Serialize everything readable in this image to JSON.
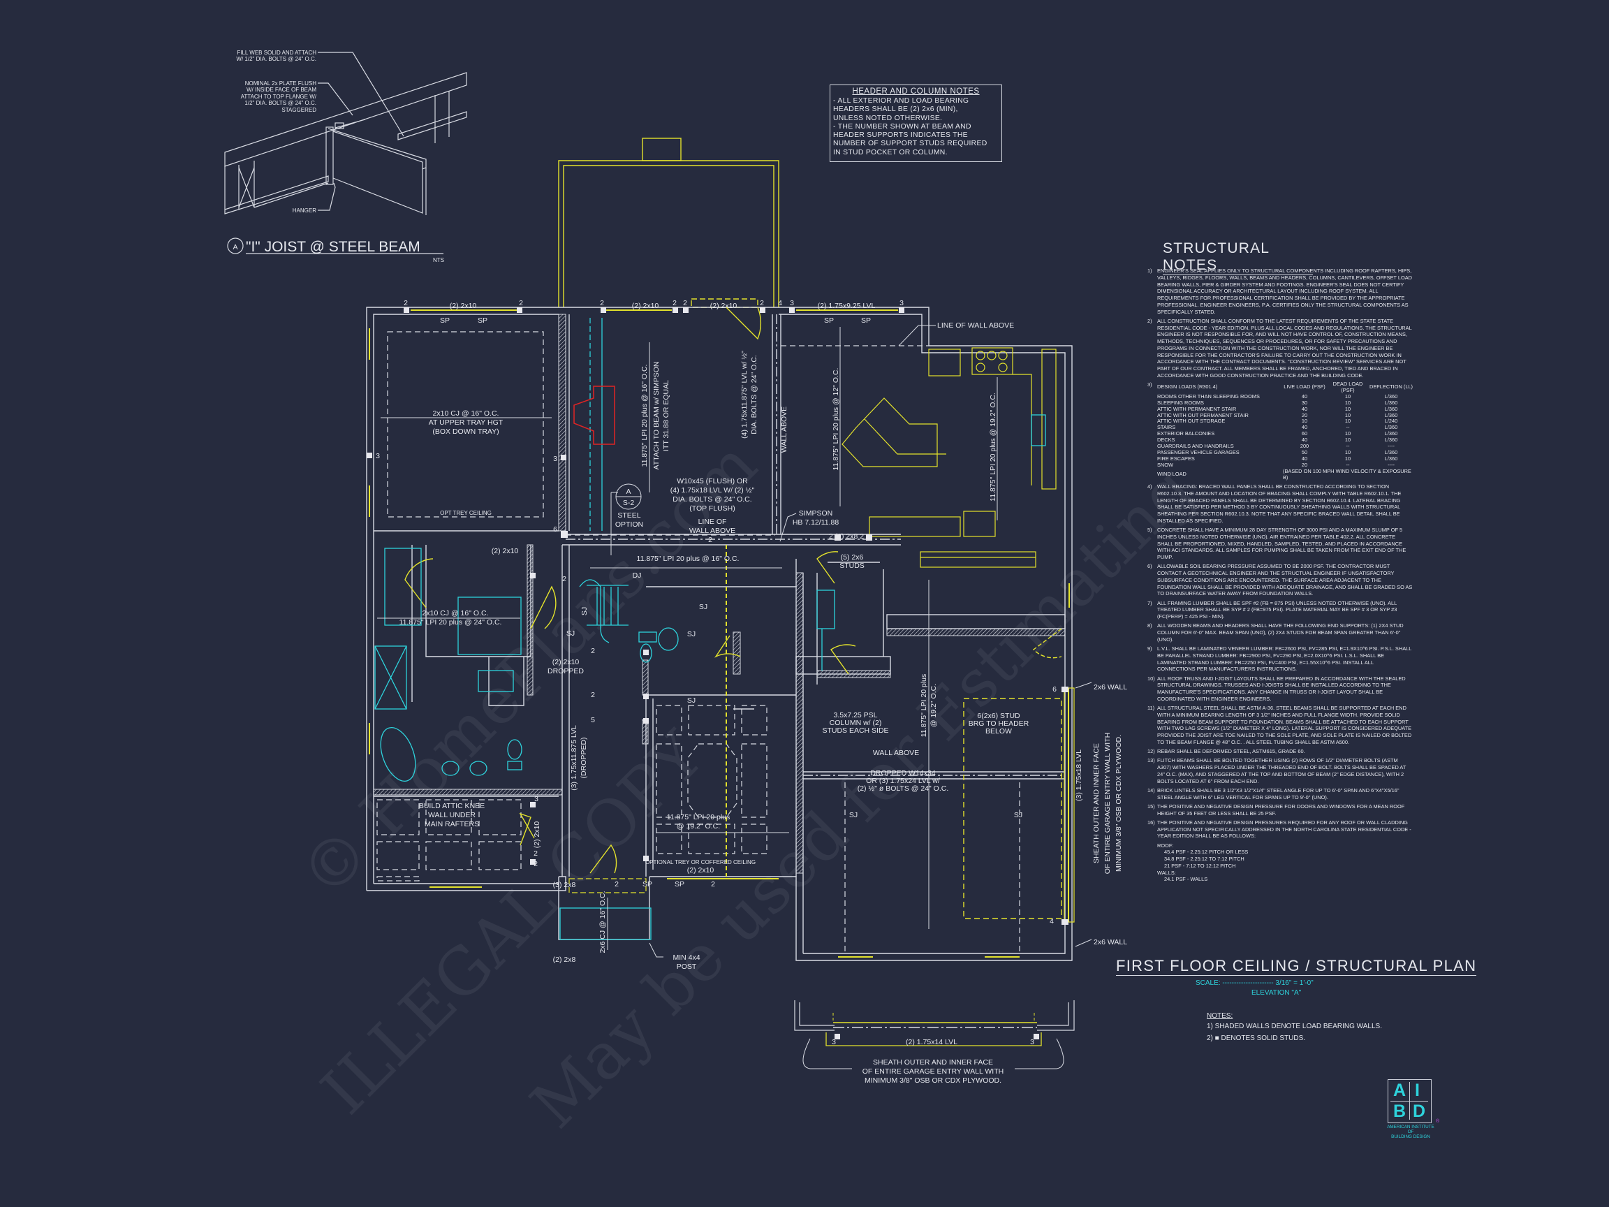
{
  "detail_a": {
    "marker": "A",
    "title": "\"I\" JOIST @ STEEL BEAM",
    "scale": "NTS",
    "callouts": [
      "FILL WEB SOLID AND ATTACH",
      "W/ 1/2\" DIA. BOLTS @ 24\" O.C.",
      "NOMINAL 2x  PLATE FLUSH",
      "W/ INSIDE FACE OF BEAM",
      "ATTACH TO TOP FLANGE W/",
      "1/2\" DIA. BOLTS @ 24\" O.C.",
      "STAGGERED",
      "HANGER"
    ]
  },
  "header_notes": {
    "title": "HEADER AND COLUMN NOTES",
    "lines": [
      "- ALL EXTERIOR AND LOAD BEARING",
      "HEADERS SHALL BE (2) 2x6 (MIN),",
      "UNLESS NOTED OTHERWISE.",
      "- THE NUMBER SHOWN AT BEAM AND",
      "HEADER SUPPORTS INDICATES THE",
      "NUMBER OF SUPPORT STUDS REQUIRED",
      "IN STUD POCKET OR COLUMN."
    ]
  },
  "structural_notes": {
    "title": "STRUCTURAL NOTES",
    "items": [
      {
        "num": "1)",
        "text": "ENGINEER'S SEAL APPLIES ONLY TO STRUCTURAL COMPONENTS INCLUDING ROOF RAFTERS, HIPS, VALLEYS, RIDGES, FLOORS, WALLS, BEAMS AND HEADERS, COLUMNS, CANTILEVERS, OFFSET LOAD BEARING WALLS, PIER & GIRDER SYSTEM AND FOOTINGS. ENGINEER'S SEAL DOES NOT CERTIFY DIMENSIONAL ACCURACY OR ARCHITECTURAL LAYOUT INCLUDING ROOF SYSTEM. ALL REQUIREMENTS FOR PROFESSIONAL CERTIFICATION SHALL BE PROVIDED BY THE APPROPRIATE PROFESSIONAL. ENGINEER ENGINEERS, P.A. CERTIFIES ONLY THE STRUCTURAL COMPONENTS AS SPECIFICALLY STATED."
      },
      {
        "num": "2)",
        "text": "ALL CONSTRUCTION SHALL CONFORM TO THE LATEST REQUIREMENTS OF THE STATE STATE RESIDENTIAL CODE - YEAR EDITION, PLUS ALL LOCAL CODES AND REGULATIONS. THE STRUCTURAL ENGINEER IS NOT RESPONSIBLE FOR, AND WILL NOT HAVE CONTROL OF, CONSTRUCTION MEANS, METHODS, TECHNIQUES, SEQUENCES OR PROCEDURES, OR FOR SAFETY PRECAUTIONS AND PROGRAMS IN CONNECTION WITH THE CONSTRUCTION WORK, NOR WILL THE ENGINEER BE RESPONSIBLE FOR THE CONTRACTOR'S FAILURE TO CARRY OUT THE CONSTRUCTION WORK IN ACCORDANCE WITH THE CONTRACT DOCUMENTS. \"CONSTRUCTION REVIEW\" SERVICES ARE NOT PART OF OUR CONTRACT. ALL MEMBERS SHALL BE FRAMED, ANCHORED, TIED AND BRACED IN ACCORDANCE WITH GOOD CONSTRUCTION PRACTICE AND THE BUILDING CODE."
      },
      {
        "num": "4)",
        "text": "WALL BRACING: BRACED WALL PANELS SHALL BE CONSTRUCTED ACCORDING TO SECTION R602.10.3. THE AMOUNT AND LOCATION OF BRACING SHALL COMPLY WITH TABLE R602.10.1. THE LENGTH OF BRACED PANELS SHALL BE DETERMINED BY SECTION R602.10.4. LATERAL BRACING SHALL BE SATISFIED PER METHOD 3 BY CONTINUOUSLY SHEATHING WALLS WITH STRUCTURAL SHEATHING PER SECTION R602.10.3. NOTE THAT ANY SPECIFIC BRACED WALL DETAIL SHALL BE INSTALLED AS SPECIFIED."
      },
      {
        "num": "5)",
        "text": "CONCRETE SHALL HAVE A MINIMUM 28 DAY STRENGTH OF 3000 PSI AND A MAXIMUM SLUMP OF 5 INCHES UNLESS NOTED OTHERWISE (UNO). AIR ENTRAINED PER TABLE 402.2. ALL CONCRETE SHALL BE PROPORTIONED, MIXED, HANDLED, SAMPLED, TESTED, AND PLACED IN ACCORDANCE WITH ACI STANDARDS. ALL SAMPLES FOR PUMPING SHALL BE TAKEN FROM THE EXIT END OF THE PUMP."
      },
      {
        "num": "6)",
        "text": "ALLOWABLE SOIL BEARING PRESSURE ASSUMED TO BE 2000 PSF. THE CONTRACTOR MUST CONTACT A GEOTECHNICAL ENGINEER AND THE STRUCTUAL ENGINEER IF UNSATISFACTORY SUBSURFACE CONDITIONS ARE ENCOUNTERED. THE SURFACE AREA ADJACENT TO THE FOUNDATION WALL SHALL BE PROVIDED WITH ADEQUATE DRAINAGE, AND SHALL BE GRADED SO AS TO DRAINSURFACE WATER AWAY FROM FOUNDATION WALLS."
      },
      {
        "num": "7)",
        "text": "ALL FRAMING LUMBER SHALL BE SPF #2 (Fb = 875 PSI) UNLESS NOTED OTHERWISE (UNO). ALL TREATED LUMBER SHALL BE SYP # 2 (Fb=975 PSI). PLATE MATERIAL MAY BE SPF # 3 OR SYP #3 (Fc(perp) = 425 PSI - MIN)."
      },
      {
        "num": "8)",
        "text": "ALL WOODEN BEAMS AND HEADERS SHALL HAVE THE FOLLOWING END SUPPORTS: (1) 2x4 STUD COLUMN FOR 6'-0\" MAX. BEAM SPAN (UNO), (2) 2x4 STUDS FOR BEAM SPAN GREATER THAN 6'-0\" (UNO)."
      },
      {
        "num": "9)",
        "text": "L.V.L. SHALL BE LAMINATED VENEER LUMBER: Fb=2600 PSI, Fv=285 PSI, E=1.9x10^6 PSI. P.S.L. SHALL BE PARALLEL STRAND LUMBER: Fb=2900 PSI, Fv=290 PSI, E=2.0x10^6 PSI. L.S.L. SHALL BE LAMINATED STRAND LUMBER: Fb=2250 PSI, Fv=400 PSI, E=1.55x10^6 PSI. INSTALL ALL CONNECTIONS PER MANUFACTURERS INSTRUCTIONS."
      },
      {
        "num": "10)",
        "text": "ALL ROOF TRUSS AND I-JOIST LAYOUTS SHALL BE PREPARED IN ACCORDANCE WITH THE SEALED STRUCTURAL DRAWINGS. TRUSSES AND I-JOISTS SHALL BE INSTALLED ACCORDING TO THE MANUFACTURE'S SPECIFICATIONS. ANY CHANGE IN TRUSS OR I-JOIST LAYOUT SHALL BE COORDINATED WITH ENGINEER ENGINEERS."
      },
      {
        "num": "11)",
        "text": "ALL STRUCTURAL STEEL SHALL BE ASTM A-36. STEEL BEAMS SHALL BE SUPPORTED AT EACH END WITH A MINIMUM BEARING LENGTH OF 3 1/2\" INCHES AND FULL FLANGE WIDTH. PROVIDE SOLID BEARING FROM BEAM SUPPORT TO FOUNDATION. BEAMS SHALL BE ATTACHED TO EACH SUPPORT WITH TWO LAG SCREWS (1/2\" DIAMETER x 4\" LONG). LATERAL SUPPORT IS CONSIDERED ADEQUATE PROVIDED THE JOIST ARE TOE NAILED TO THE SOLE PLATE, AND SOLE PLATE IS NAILED OR BOLTED TO THE BEAM FLANGE @ 48\" O.C. . ALL STEEL TUBING SHALL BE ASTM A500."
      },
      {
        "num": "12)",
        "text": "REBAR SHALL BE DEFORMED STEEL, ASTM615, GRADE 60."
      },
      {
        "num": "13)",
        "text": "FLITCH BEAMS SHALL BE BOLTED TOGETHER USING (2) ROWS OF 1/2\" DIAMETER BOLTS (ASTM A307) WITH WASHERS PLACED UNDER THE THREADED END OF BOLT. BOLTS SHALL BE SPACED AT 24\" O.C. (MAX), AND STAGGERED AT THE TOP AND BOTTOM OF BEAM (2\" EDGE DISTANCE), WITH 2 BOLTS LOCATED AT 6\" FROM EACH END."
      },
      {
        "num": "14)",
        "text": "BRICK LINTELS SHALL BE 3 1/2\"x3 1/2\"x1/4\" STEEL ANGLE FOR UP TO 6'-0\" SPAN AND 6\"x4\"x5/16\" STEEL ANGLE WITH 6\" LEG VERTICAL FOR SPANS UP TO 9'-0\" (UNO)."
      },
      {
        "num": "15)",
        "text": "THE POSITIVE AND NEGATIVE DESIGN PRESSURE FOR DOORS AND WINDOWS FOR A MEAN ROOF HEIGHT OF 35 FEET OR LESS SHALL BE 25 PSF."
      },
      {
        "num": "16)",
        "text": "THE POSITIVE AND NEGATIVE DESIGN PRESSURES REQUIRED FOR ANY ROOF OR WALL CLADDING APPLICATION NOT SPECIFICALLY ADDRESSED IN THE NORTH CAROLINA STATE RESIDENTIAL CODE - YEAR EDITION SHALL BE AS FOLLOWS:"
      }
    ],
    "pressures": {
      "roof_label": "ROOF:",
      "roof": [
        "45.4 PSF - 2.25:12 PITCH OR LESS",
        "34.8 PSF - 2.25:12 TO 7:12 PITCH",
        "21 PSF - 7:12 TO 12:12 PITCH"
      ],
      "walls_label": "WALLS:",
      "walls": [
        "24.1 PSF - WALLS"
      ]
    },
    "design_loads": {
      "num": "3)",
      "title": "DESIGN LOADS (R301.4)",
      "headers": [
        "LIVE LOAD (PSF)",
        "DEAD LOAD (PSF)",
        "DEFLECTION (LL)"
      ],
      "rows": [
        [
          "ROOMS OTHER THAN SLEEPING ROOMS",
          "40",
          "10",
          "L/360"
        ],
        [
          "SLEEPING ROOMS",
          "30",
          "10",
          "L/360"
        ],
        [
          "ATTIC WITH PERMANENT STAIR",
          "40",
          "10",
          "L/360"
        ],
        [
          "ATTIC WITH OUT PERMANENT STAIR",
          "20",
          "10",
          "L/360"
        ],
        [
          "ATTIC WITH OUT STORAGE",
          "10",
          "10",
          "L/240"
        ],
        [
          "STAIRS",
          "40",
          "--",
          "L/360"
        ],
        [
          "EXTERIOR BALCONIES",
          "60",
          "10",
          "L/360"
        ],
        [
          "DECKS",
          "40",
          "10",
          "L/360"
        ],
        [
          "GUARDRAILS AND HANDRAILS",
          "200",
          "--",
          "----"
        ],
        [
          "PASSENGER VEHICLE GARAGES",
          "50",
          "10",
          "L/360"
        ],
        [
          "FIRE ESCAPES",
          "40",
          "10",
          "L/360"
        ],
        [
          "SNOW",
          "20",
          "--",
          "----"
        ]
      ],
      "wind_label": "WIND LOAD",
      "wind_value": "(BASED ON 100 MPH WIND VELOCITY & EXPOSURE B)"
    }
  },
  "plan": {
    "title": "FIRST FLOOR CEILING / STRUCTURAL PLAN",
    "scale": "SCALE: ---------------------- 3/16\" = 1'-0\"",
    "elevation": "ELEVATION \"A\"",
    "notes_title": "NOTES:",
    "notes": [
      "1) SHADED WALLS DENOTE LOAD BEARING WALLS.",
      "2) ■ DENOTES SOLID STUDS."
    ],
    "labels": [
      "(2) 2x10",
      "2",
      "2",
      "SP",
      "SP",
      "2x10 CJ @ 16\" O.C.",
      "AT UPPER TRAY HGT",
      "(BOX DOWN TRAY)",
      "OPT TREY CEILING",
      "3",
      "3",
      "6",
      "11.875\" LPI 20 plus @ 16\" O.C.",
      "ATTACH TO BEAM w/ SIMPSON",
      "ITT 31.88 OR EQUAL",
      "STEEL",
      "OPTION",
      "A",
      "S-2",
      "2",
      "(2) 2x10",
      "2",
      "2",
      "(2) 2x10",
      "2",
      "4",
      "3",
      "(2) 1.75x9.25 LVL",
      "3",
      "SP",
      "SP",
      "LINE OF WALL ABOVE",
      "(4) 1.75x11.875\" LVL w/ ½\"",
      "DIA. BOLTS @ 24\" O.C.",
      "WALL ABOVE",
      "11.875\" LPI 20 plus @ 12\" O.C.",
      "11.875\" LPI 20 plus @ 19.2\" O.C.",
      "SIMPSON",
      "HB 7.12/11.88",
      "W10x45 (FLUSH) OR",
      "(4) 1.75x18 LVL W/ (2) ½\"",
      "DIA. BOLTS @ 24\" O.C.",
      "(TOP FLUSH)",
      "LINE OF",
      "WALL ABOVE",
      "2  (2) 2x8  2",
      "11.875\" LPI 20 plus @ 16\" O.C.",
      "DJ",
      "(2) 2x10",
      "2x10 CJ @ 16\" O.C.",
      "11.875\" LPI 20 plus @ 24\" O.C.",
      "(2) 2x10",
      "DROPPED",
      "(3) 1.75x11.875 LVL",
      "(DROPPED)",
      "11.875\" LPI 20 plus",
      "@ 19.2\" O.C.",
      "BUILD ATTIC KNEE",
      "WALL UNDER",
      "MAIN RAFTERS",
      "(2) 2x10",
      "OPTIONAL TREY OR COFFERED CEILING",
      "(2) 2x10",
      "(3) 2x8",
      "2",
      "SP",
      "SP",
      "2",
      "2x6 CJ @ 16\" O.C.",
      "(2) 2x8",
      "MIN 4x4",
      "POST",
      "(5) 2x6",
      "STUDS",
      "11.875\" LPI 20 plus",
      "@ 19.2\" O.C.",
      "3.5x7.25 PSL",
      "COLUMN w/ (2)",
      "STUDS EACH SIDE",
      "6(2x6) STUD",
      "BRG TO HEADER",
      "BELOW",
      "WALL ABOVE",
      "DROPPED W14x34",
      "OR (3) 1.75x24 LVL w/",
      "(2) ½\" ø BOLTS @ 24\" O.C.",
      "SJ",
      "SJ",
      "6",
      "4",
      "(3) 1.75x18 LVL",
      "2x6 WALL",
      "2x6 WALL",
      "SHEATH OUTER AND INNER FACE",
      "OF ENTIRE GARAGE ENTRY WALL WITH",
      "MINIMUM 3/8\" OSB OR CDX PLYWOOD.",
      "(2) 1.75x14 LVL",
      "3",
      "3",
      "SHEATH OUTER AND INNER FACE",
      "OF ENTIRE GARAGE ENTRY WALL WITH",
      "MINIMUM 3/8\" OSB OR CDX PLYWOOD.",
      "SJ",
      "SJ",
      "SJ",
      "SJ",
      "SJ",
      "2",
      "2",
      "5",
      "3",
      "2",
      "2",
      "2",
      "2"
    ]
  },
  "logo": {
    "letters": [
      "A",
      "I",
      "B",
      "D"
    ],
    "caption": [
      "AMERICAN INSTITUTE",
      "OF",
      "BUILDING DESIGN"
    ],
    "reg": "®"
  },
  "watermark": [
    "© HomePlans.com",
    "ILLEGAL COPY",
    "May be used for Estimating"
  ],
  "colors": {
    "background": "#262b3e",
    "lines": "#d8dbe3",
    "bearing": "#e3e22c",
    "fixtures": "#2ed3dc",
    "fireplace": "#e02424"
  }
}
